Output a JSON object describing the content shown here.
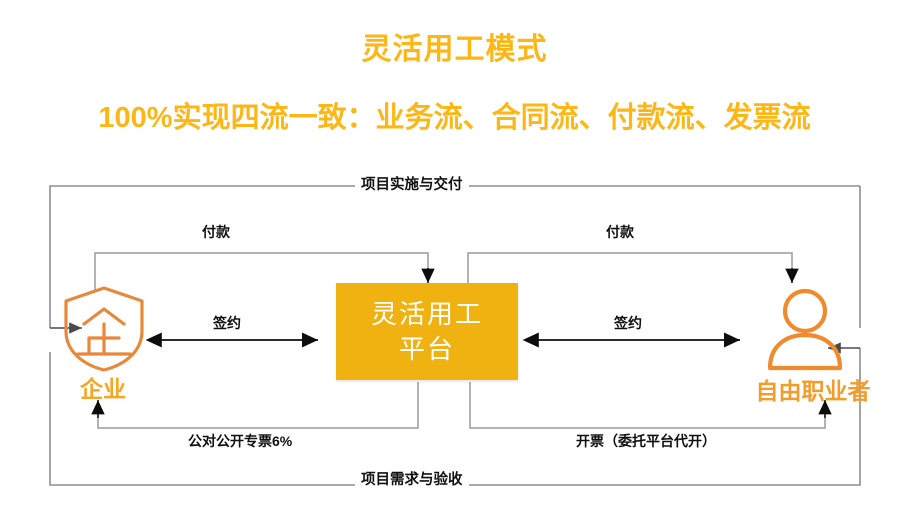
{
  "header": {
    "title": "灵活用工模式",
    "subtitle": "100%实现四流一致：业务流、合同流、付款流、发票流",
    "title_color": "#FCB716"
  },
  "diagram": {
    "type": "flow-diagram",
    "nodes": [
      {
        "id": "enterprise",
        "label": "企业",
        "icon": "shield-enterprise-icon",
        "icon_glyph": "企",
        "color": "#E8883A",
        "label_color": "#F6A623"
      },
      {
        "id": "platform",
        "label_line1": "灵活用工",
        "label_line2": "平台",
        "fill": "#EFB211",
        "text_color": "#FFFFFF"
      },
      {
        "id": "freelancer",
        "label": "自由职业者",
        "icon": "person-icon",
        "color": "#EF8B2C",
        "label_color": "#F39C2A"
      }
    ],
    "edges": [
      {
        "id": "top-outer",
        "label": "项目实施与交付",
        "from": "freelancer",
        "to": "enterprise",
        "arrow": "single"
      },
      {
        "id": "bottom-outer",
        "label": "项目需求与验收",
        "from": "enterprise",
        "to": "freelancer",
        "arrow": "single"
      },
      {
        "id": "pay-left",
        "label": "付款",
        "from": "enterprise",
        "to": "platform",
        "arrow": "single"
      },
      {
        "id": "pay-right",
        "label": "付款",
        "from": "platform",
        "to": "freelancer",
        "arrow": "single"
      },
      {
        "id": "sign-left",
        "label": "签约",
        "from": "enterprise",
        "to": "platform",
        "arrow": "double"
      },
      {
        "id": "sign-right",
        "label": "签约",
        "from": "platform",
        "to": "freelancer",
        "arrow": "double"
      },
      {
        "id": "invoice-left",
        "label": "公对公开专票6%",
        "from": "platform",
        "to": "enterprise",
        "arrow": "single"
      },
      {
        "id": "invoice-right",
        "label": "开票（委托平台代开）",
        "from": "platform",
        "to": "freelancer",
        "arrow": "single"
      }
    ]
  }
}
